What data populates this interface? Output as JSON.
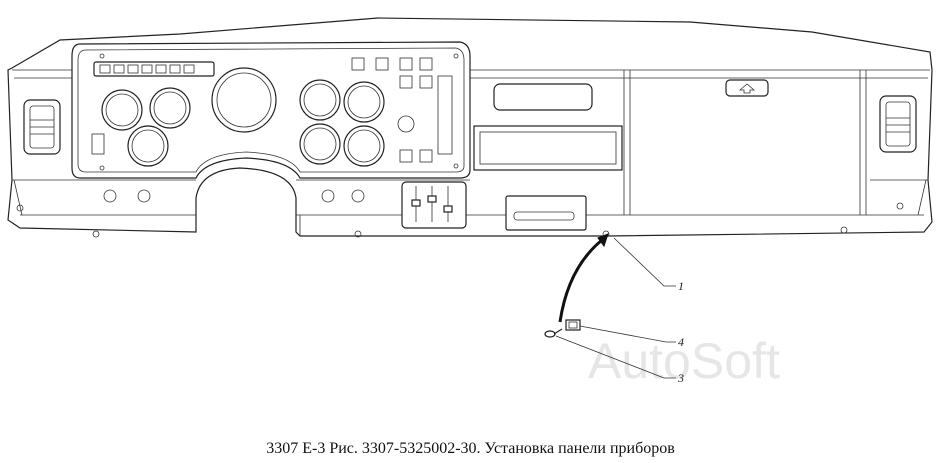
{
  "caption": "3307 Е-3 Рис. 3307-5325002-30. Установка панели приборов",
  "watermark": "AutoSoft",
  "callouts": [
    {
      "number": "1",
      "part": "panel"
    },
    {
      "number": "4",
      "part": "clip"
    },
    {
      "number": "3",
      "part": "screw"
    }
  ]
}
